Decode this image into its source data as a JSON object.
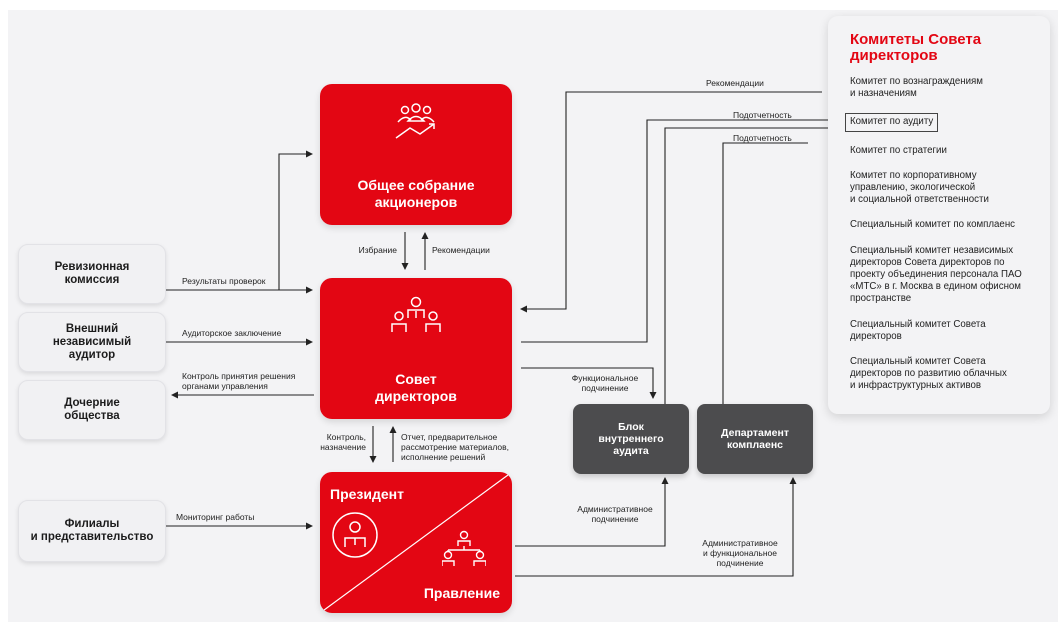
{
  "committee": {
    "title": "Комитеты Совета директоров",
    "items": [
      "Комитет по вознаграждениям\nи назначениям",
      "Комитет по аудиту",
      "Комитет по стратегии",
      "Комитет по корпоративному\nуправлению, экологической\nи социальной ответственности",
      "Специальный комитет по комплаенс",
      "Специальный комитет независимых\nдиректоров Совета директоров по\nпроекту объединения персонала ПАО\n«МТС» в г. Москва в едином офисном\nпространстве",
      "Специальный комитет Совета\nдиректоров",
      "Специальный комитет Совета\nдиректоров по развитию облачных\nи инфраструктурных активов"
    ]
  },
  "boxes": {
    "audit_commission": "Ревизионная\nкомиссия",
    "external_auditor": "Внешний\nнезависимый\nаудитор",
    "subsidiaries": "Дочерние\nобщества",
    "branches": "Филиалы\nи представительство",
    "shareholders": "Общее собрание\nакционеров",
    "board": "Совет\nдиректоров",
    "president": "Президент",
    "management": "Правление",
    "internal_audit": "Блок\nвнутреннего\nаудита",
    "compliance_dept": "Департамент\nкомплаенс"
  },
  "labels": {
    "audit_results": "Результаты проверок",
    "audit_conclusion": "Аудиторское заключение",
    "decision_control": "Контроль принятия решения\nорганами управления",
    "monitoring": "Мониторинг работы",
    "election": "Избрание",
    "recommendations_mid": "Рекомендации",
    "control_appointment": "Контроль,\nназначение",
    "report": "Отчет, предварительное\nрассмотрение материалов,\nисполнение решений",
    "recommendations_top": "Рекомендации",
    "accountability_1": "Подотчетность",
    "accountability_2": "Подотчетность",
    "functional_sub": "Функциональное\nподчинение",
    "admin_sub": "Административное\nподчинение",
    "admin_func_sub": "Административное\nи функциональное\nподчинение"
  },
  "colors": {
    "accent_red": "#e30613",
    "dark_box": "#4c4c4e",
    "light_box": "#f1f1f3"
  }
}
